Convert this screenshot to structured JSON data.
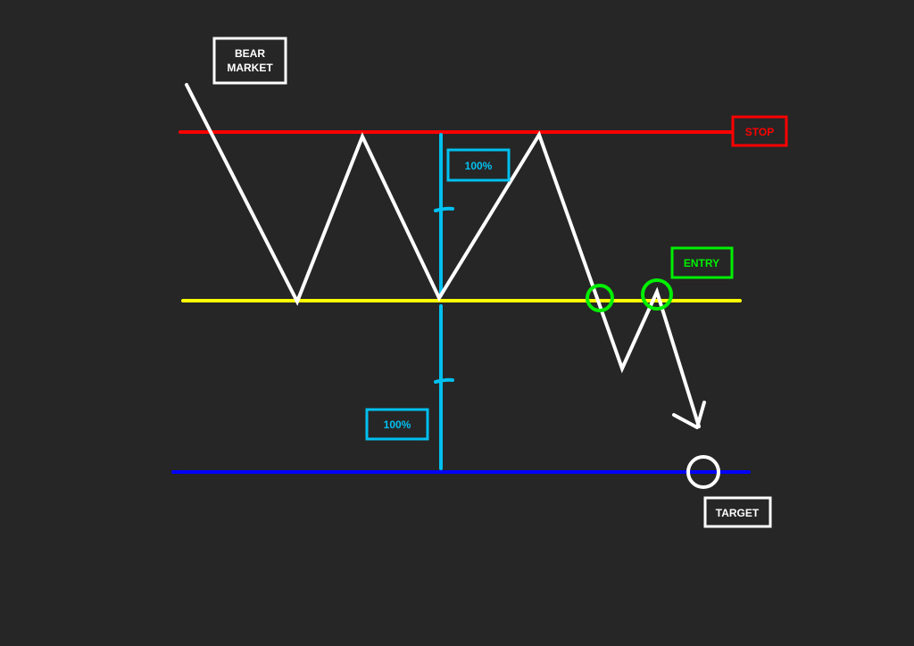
{
  "labels": {
    "bear_market_line1": "BEAR",
    "bear_market_line2": "MARKET",
    "stop": "STOP",
    "entry": "ENTRY",
    "target": "TARGET",
    "measure_top": "100%",
    "measure_bottom": "100%"
  },
  "colors": {
    "background": "#262626",
    "price": "#ffffff",
    "stop": "#ff0000",
    "neckline": "#ffff00",
    "target": "#0000ff",
    "measure": "#00c0f0",
    "entry": "#00ee00"
  }
}
